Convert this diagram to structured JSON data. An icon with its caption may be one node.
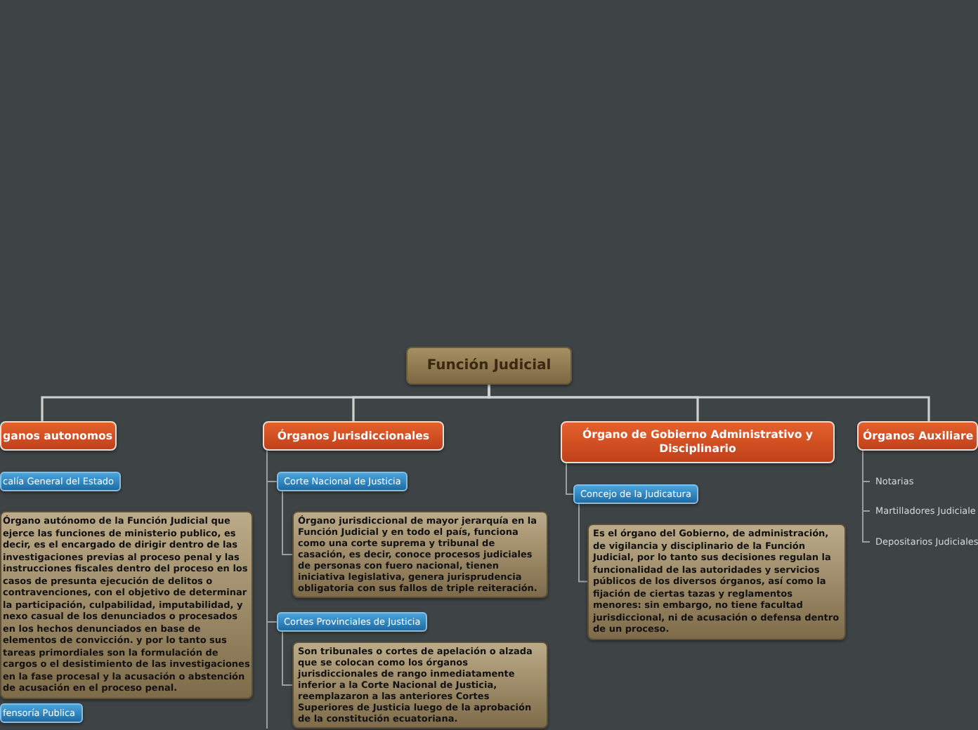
{
  "diagram": {
    "nodes": [
      {
        "text": [
          "Función Judicial"
        ]
      },
      {
        "text": [
          "ganos autonomos"
        ]
      },
      {
        "text": [
          "Órganos Jurisdiccionales"
        ]
      },
      {
        "text": [
          "Órgano de Gobierno Administrativo y Disciplinario"
        ]
      },
      {
        "text": [
          "Órganos Auxiliare"
        ]
      },
      {
        "text": [
          "calía General del Estado"
        ]
      },
      {
        "text": [
          "Órgano autónomo de la Función Judicial que ejerce las funciones de ministerio publico, es decir, es el encargado de dirigir dentro de las investigaciones previas al proceso penal y las instrucciones fiscales dentro del proceso en los casos de presunta ejecución de delitos o contravenciones, con el objetivo de determinar la participación, culpabilidad, imputabilidad, y nexo casual de los denunciados o procesados en los hechos denunciados en base de elementos de convicción. y por lo tanto sus tareas primordiales son la formulación de cargos o el desistimiento de las investigaciones en la fase procesal y la acusación o abstención de acusación en el proceso penal."
        ]
      },
      {
        "text": [
          "fensoría Publica"
        ]
      },
      {
        "text": [
          "Corte Nacional de Justicia"
        ]
      },
      {
        "text": [
          "Órgano jurisdiccional de mayor jerarquía en la Función Judicial y en todo el país, funciona como una corte suprema y tribunal de casación, es decir, conoce procesos judiciales de personas con fuero nacional, tienen iniciativa legislativa, genera jurisprudencia obligatoria con sus fallos de triple reiteración."
        ]
      },
      {
        "text": [
          "Cortes Provinciales de Justicia"
        ]
      },
      {
        "text": [
          "Son tribunales o cortes de apelación o alzada que se colocan como los órganos jurisdiccionales de rango inmediatamente inferior a la Corte Nacional de Justicia, reemplazaron a las anteriores Cortes Superiores de Justicia luego de la aprobación de la constitución ecuatoriana."
        ]
      },
      {
        "text": [
          "Concejo de la Judicatura"
        ]
      },
      {
        "text": [
          "Es el órgano del Gobierno, de administración, de vigilancia y disciplinario de la Función Judicial, por lo tanto sus decisiones regulan la funcionalidad de las autoridades y servicios públicos de los diversos órganos, así como la fijación de ciertas tazas y reglamentos menores: sin embargo, no tiene facultad jurisdiccional, ni de acusación o defensa dentro de un proceso."
        ]
      },
      {
        "text": [
          "Notarias"
        ]
      },
      {
        "text": [
          "Martilladores Judiciale"
        ]
      },
      {
        "text": [
          "Depositarios Judiciales"
        ]
      }
    ],
    "edges": [
      {
        "from": 0,
        "to": 1,
        "arrow": "none",
        "color": "#cfd1d1"
      },
      {
        "from": 0,
        "to": 2,
        "arrow": "none",
        "color": "#cfd1d1"
      },
      {
        "from": 0,
        "to": 3,
        "arrow": "none",
        "color": "#cfd1d1"
      },
      {
        "from": 0,
        "to": 4,
        "arrow": "none",
        "color": "#cfd1d1"
      },
      {
        "from": 2,
        "to": 8,
        "arrow": "none"
      },
      {
        "from": 8,
        "to": 9,
        "arrow": "none"
      },
      {
        "from": 2,
        "to": 10,
        "arrow": "none"
      },
      {
        "from": 10,
        "to": 11,
        "arrow": "none"
      },
      {
        "from": 2,
        "to": null,
        "arrow": "none"
      },
      {
        "from": 3,
        "to": 12,
        "arrow": "none"
      },
      {
        "from": 12,
        "to": 13,
        "arrow": "none"
      },
      {
        "from": 4,
        "to": 14,
        "arrow": "none"
      },
      {
        "from": 4,
        "to": 15,
        "arrow": "none"
      },
      {
        "from": 4,
        "to": 16,
        "arrow": "none"
      }
    ]
  }
}
